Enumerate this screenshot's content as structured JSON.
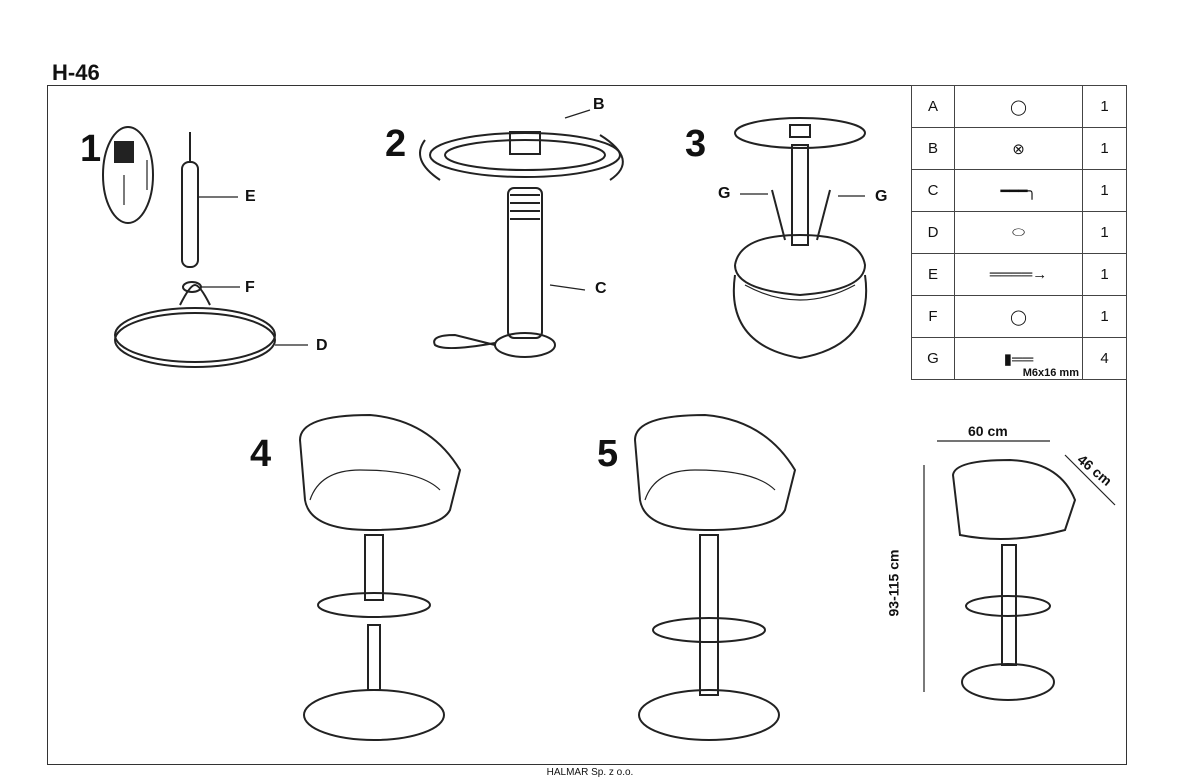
{
  "title": "H-46",
  "steps": [
    "1",
    "2",
    "3",
    "4",
    "5"
  ],
  "labels": {
    "e": "E",
    "f": "F",
    "d": "D",
    "b": "B",
    "c": "C",
    "g1": "G",
    "g2": "G"
  },
  "parts": [
    {
      "letter": "A",
      "qty": "1",
      "icon": "seat-icon"
    },
    {
      "letter": "B",
      "qty": "1",
      "icon": "footrest-ring-icon"
    },
    {
      "letter": "C",
      "qty": "1",
      "icon": "column-icon"
    },
    {
      "letter": "D",
      "qty": "1",
      "icon": "base-icon"
    },
    {
      "letter": "E",
      "qty": "1",
      "icon": "gas-lift-icon"
    },
    {
      "letter": "F",
      "qty": "1",
      "icon": "bushing-icon"
    },
    {
      "letter": "G",
      "qty": "4",
      "icon": "bolt-icon",
      "spec": "M6x16 mm"
    }
  ],
  "dimensions": {
    "width": "60 cm",
    "depth": "46 cm",
    "height": "93-115 cm"
  },
  "footer": "HALMAR Sp. z o.o."
}
